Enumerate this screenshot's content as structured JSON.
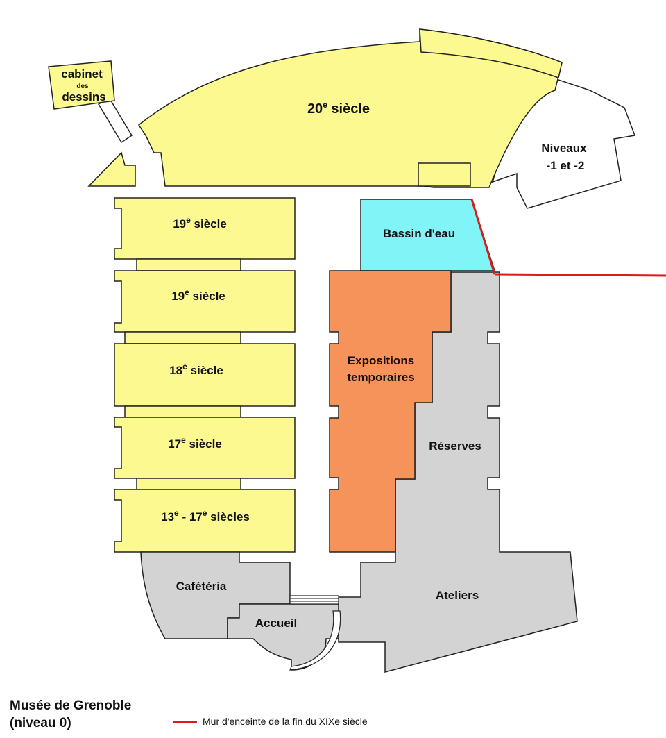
{
  "rooms": {
    "r20": {
      "num": "20",
      "sup": "e",
      "rest": " siècle"
    },
    "niveaux": {
      "line1": "Niveaux",
      "line2": "-1 et -2"
    },
    "bassin": "Bassin d'eau",
    "r19a": {
      "num": "19",
      "sup": "e",
      "rest": " siècle"
    },
    "r19b": {
      "num": "19",
      "sup": "e",
      "rest": " siècle"
    },
    "r18": {
      "num": "18",
      "sup": "e",
      "rest": " siècle"
    },
    "r17": {
      "num": "17",
      "sup": "e",
      "rest": " siècle"
    },
    "r13": {
      "num1": "13",
      "sup1": "e",
      "mid": " - 17",
      "sup2": "e",
      "rest": " siècles"
    },
    "expo": {
      "line1": "Expositions",
      "line2": "temporaires"
    },
    "reserves": "Réserves",
    "ateliers": "Ateliers",
    "cafeteria": "Cafétéria",
    "accueil": "Accueil"
  },
  "sign": {
    "line1": "cabinet",
    "line2": "des",
    "line3": "dessins"
  },
  "title": {
    "line1": "Musée de Grenoble",
    "line2": "(niveau 0)"
  },
  "legend": {
    "label": "Mur d'enceinte de la fin du XIXe siècle",
    "color": "#d81d1d"
  }
}
